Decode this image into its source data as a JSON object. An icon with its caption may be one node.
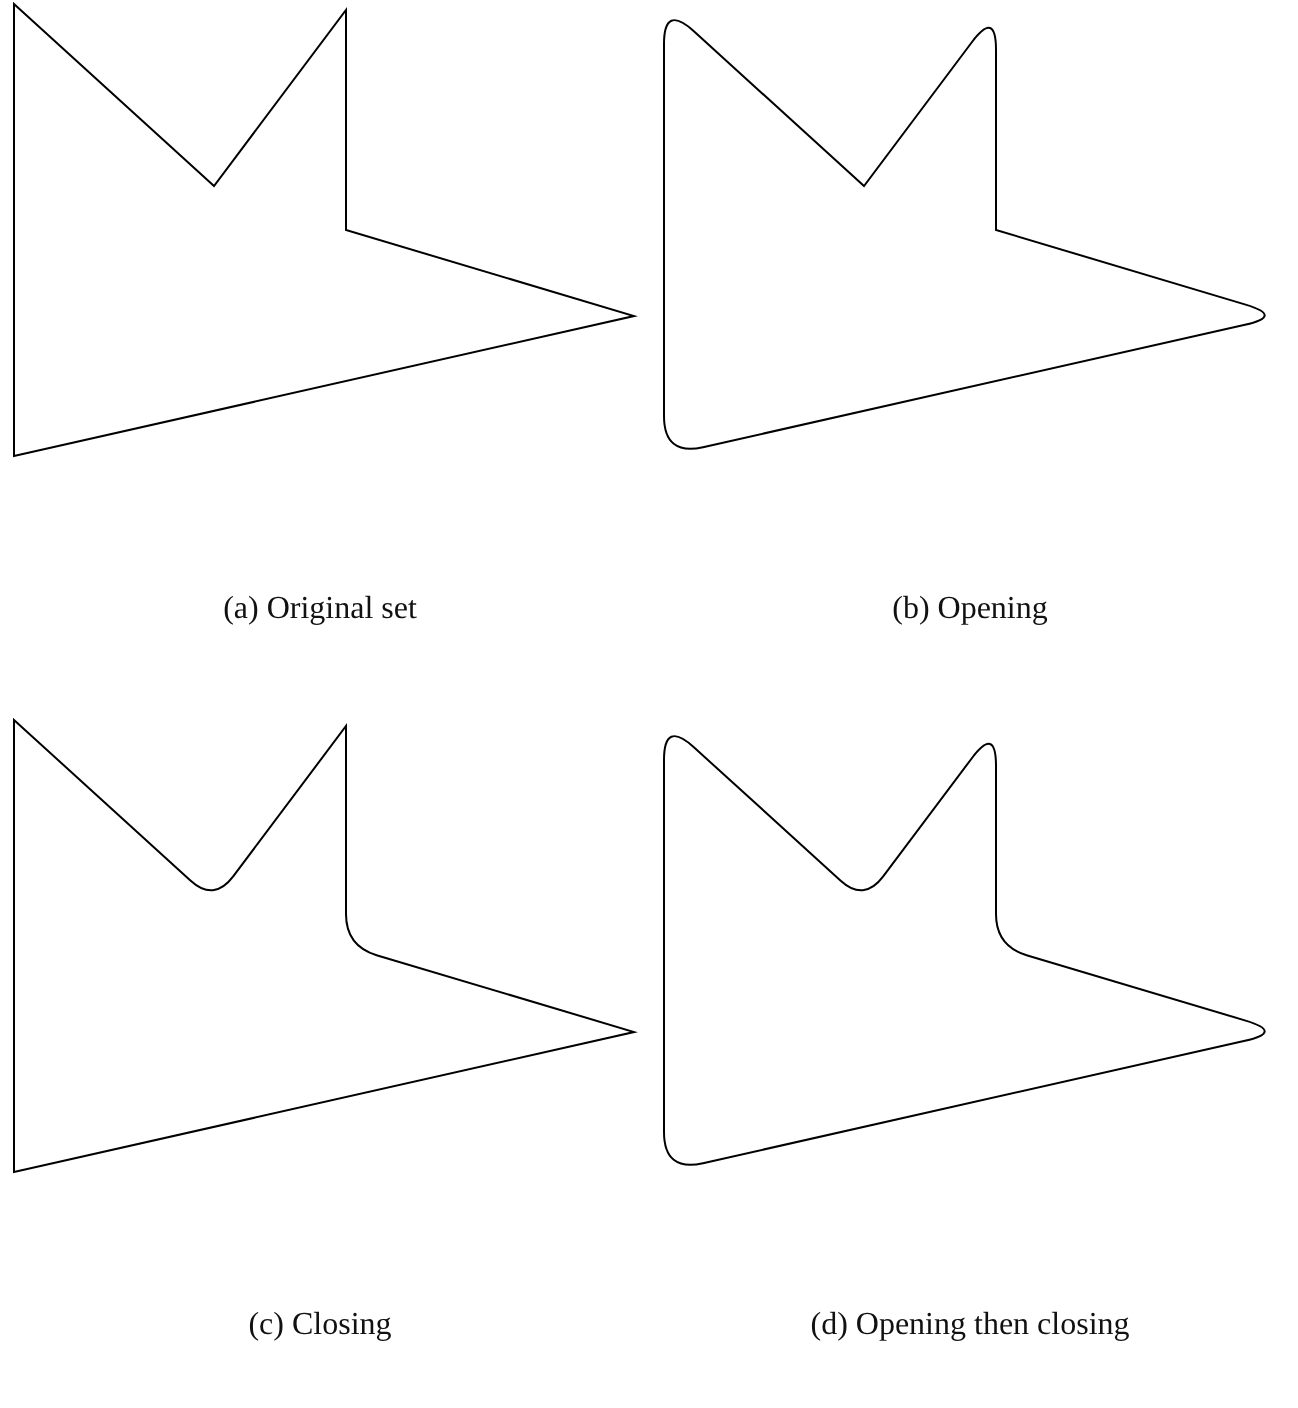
{
  "diagram": {
    "nodes": [
      {
        "text": [],
        "shape": "picture"
      },
      {
        "text": [],
        "shape": "picture"
      },
      {
        "text": [],
        "shape": "picture"
      },
      {
        "text": [],
        "shape": "picture"
      }
    ],
    "labels": [
      "(a) Original set",
      "(b) Opening",
      "(c) Closing",
      "(d) Opening then closing"
    ]
  }
}
